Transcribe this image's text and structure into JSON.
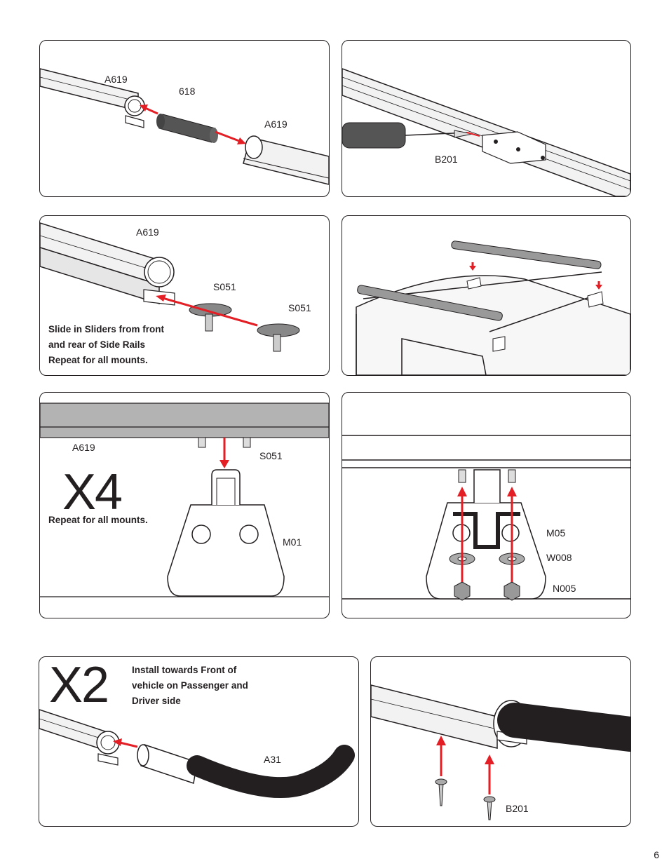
{
  "page_number": "6",
  "panel1": {
    "label_a619_left": "A619",
    "label_618": "618",
    "label_a619_right": "A619"
  },
  "panel2": {
    "label_b201": "B201"
  },
  "panel3": {
    "label_a619": "A619",
    "label_s051_a": "S051",
    "label_s051_b": "S051",
    "instruction": "Slide in Sliders from front and rear of Side Rails Repeat for all mounts."
  },
  "panel5": {
    "multiplier": "X4",
    "label_a619": "A619",
    "label_s051": "S051",
    "label_m01": "M01",
    "instruction": "Repeat for all mounts."
  },
  "panel6": {
    "label_m05": "M05",
    "label_w008": "W008",
    "label_n005": "N005"
  },
  "panel7": {
    "multiplier": "X2",
    "instruction": "Install towards Front of vehicle on Passenger and Driver side",
    "label_a31": "A31"
  },
  "panel8": {
    "label_b201": "B201"
  },
  "colors": {
    "arrow": "#e31e24",
    "line": "#231f20",
    "rail_gray": "#b3b3b3",
    "foam": "#231f20"
  }
}
